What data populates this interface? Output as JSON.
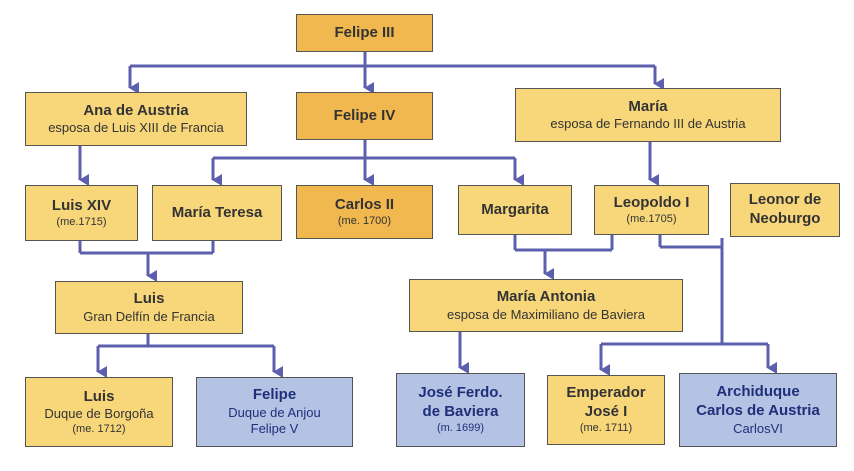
{
  "nodes": {
    "felipe_iii": {
      "name": "Felipe III"
    },
    "ana": {
      "name": "Ana de Austria",
      "desc": "esposa de Luis XIII de Francia"
    },
    "felipe_iv": {
      "name": "Felipe IV"
    },
    "maria": {
      "name": "María",
      "desc": "esposa de Fernando III de Austria"
    },
    "luis_xiv": {
      "name": "Luis XIV",
      "date": "(me.1715)"
    },
    "maria_teresa": {
      "name": "María Teresa"
    },
    "carlos_ii": {
      "name": "Carlos II",
      "date": "(me. 1700)"
    },
    "margarita": {
      "name": "Margarita"
    },
    "leopoldo": {
      "name": "Leopoldo I",
      "date": "(me.1705)"
    },
    "leonor": {
      "name_line1": "Leonor de",
      "name_line2": "Neoburgo"
    },
    "luis_gran": {
      "name": "Luis",
      "desc": "Gran Delfín de Francia"
    },
    "maria_antonia": {
      "name": "María Antonia",
      "desc": "esposa de Maximiliano de Baviera"
    },
    "luis_borgona": {
      "name": "Luis",
      "desc": "Duque de Borgoña",
      "date": "(me. 1712)"
    },
    "felipe_anjou": {
      "name": "Felipe",
      "desc1": "Duque de Anjou",
      "desc2": "Felipe V"
    },
    "jose_ferdo": {
      "name_line1": "José Ferdo.",
      "name_line2": "de Baviera",
      "date": "(m. 1699)"
    },
    "jose_i": {
      "name_line1": "Emperador",
      "name_line2": "José I",
      "date": "(me. 1711)"
    },
    "carlos_austria": {
      "name_line1": "Archiduque",
      "name_line2": "Carlos de Austria",
      "desc": "CarlosVI"
    }
  },
  "colors": {
    "line": "#5b5fae",
    "box_yellow": "#f7d77a",
    "box_orange": "#f0b84f",
    "box_blue": "#b4c2e4"
  }
}
